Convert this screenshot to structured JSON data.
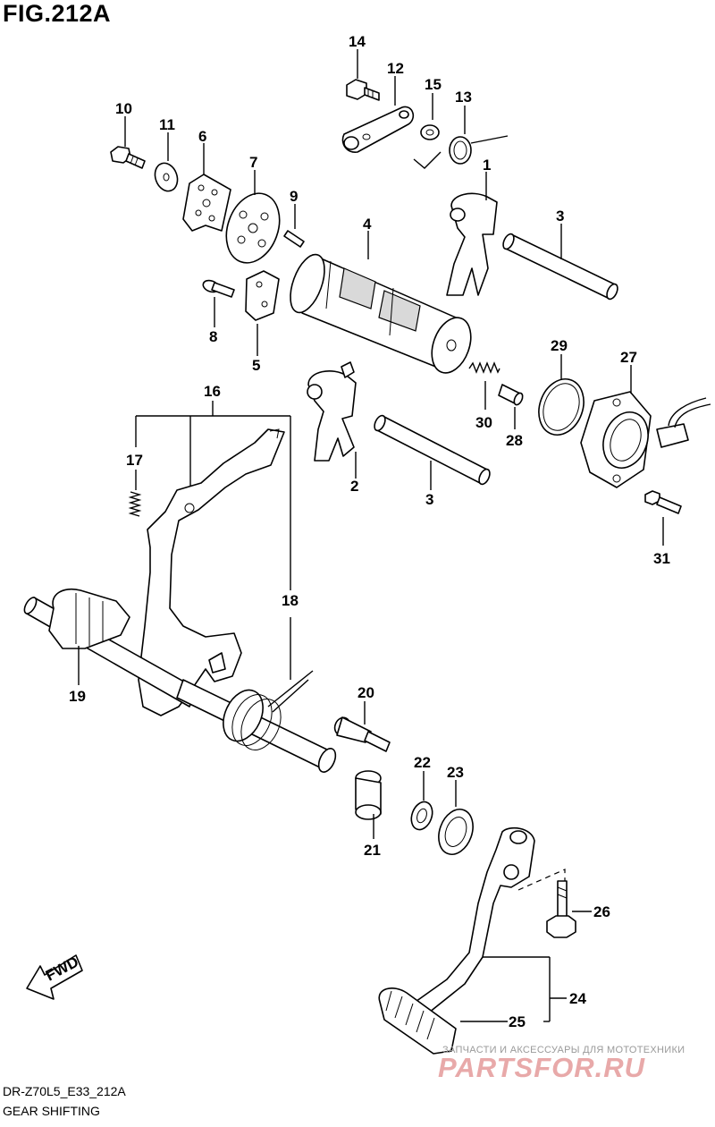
{
  "figure": {
    "title": "FIG.212A",
    "code": "DR-Z70L5_E33_212A",
    "name": "GEAR SHIFTING"
  },
  "fwd_arrow": {
    "label": "FWD"
  },
  "callouts": {
    "p1": "1",
    "p2": "2",
    "p3a": "3",
    "p3b": "3",
    "p4": "4",
    "p5": "5",
    "p6": "6",
    "p7": "7",
    "p8": "8",
    "p9": "9",
    "p10": "10",
    "p11": "11",
    "p12": "12",
    "p13": "13",
    "p14": "14",
    "p15": "15",
    "p16": "16",
    "p17": "17",
    "p18": "18",
    "p19": "19",
    "p20": "20",
    "p21": "21",
    "p22": "22",
    "p23": "23",
    "p24": "24",
    "p25": "25",
    "p26": "26",
    "p27": "27",
    "p28": "28",
    "p29": "29",
    "p30": "30",
    "p31": "31"
  },
  "watermark": {
    "tagline": "ЗАПЧАСТИ И АКСЕССУАРЫ ДЛЯ МОТОТЕХНИКИ",
    "logo": "PARTSFOR.RU"
  }
}
